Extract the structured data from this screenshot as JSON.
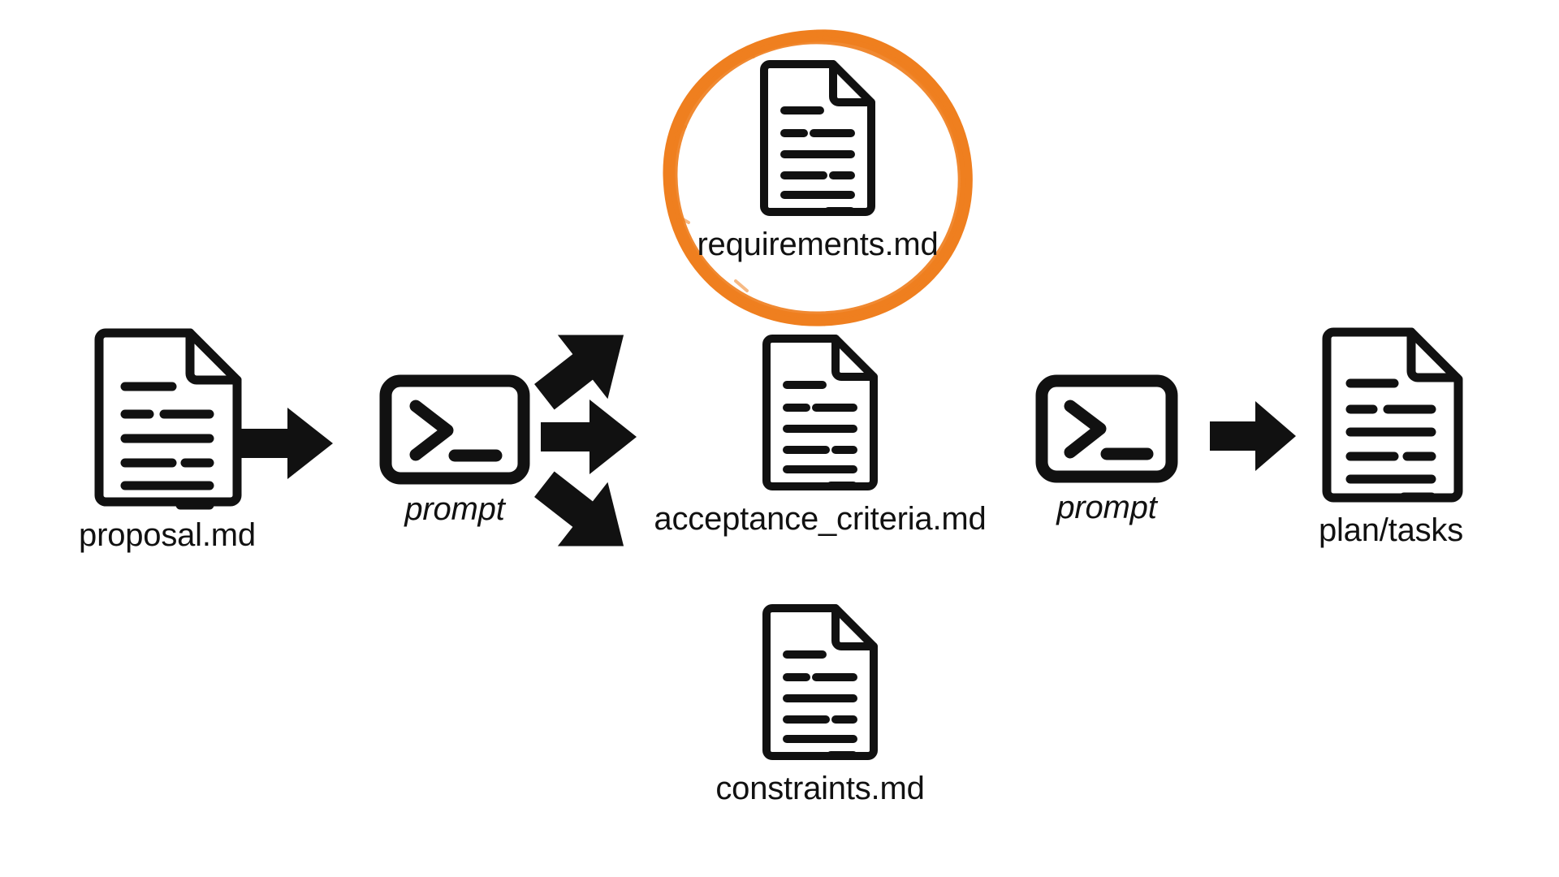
{
  "diagram": {
    "type": "pipeline-flow",
    "background_color": "#ffffff",
    "ink_color": "#111111",
    "highlight_color": "#EF7F1F",
    "nodes": [
      {
        "id": "proposal",
        "icon": "document-icon",
        "label": "proposal.md",
        "style": "regular"
      },
      {
        "id": "prompt-1",
        "icon": "terminal-icon",
        "label": "prompt",
        "style": "italic"
      },
      {
        "id": "requirements",
        "icon": "document-icon",
        "label": "requirements.md",
        "style": "regular",
        "highlighted": true,
        "highlight": "orange-hand-drawn-circle"
      },
      {
        "id": "acceptance-criteria",
        "icon": "document-icon",
        "label": "acceptance_criteria.md",
        "style": "regular"
      },
      {
        "id": "constraints",
        "icon": "document-icon",
        "label": "constraints.md",
        "style": "regular"
      },
      {
        "id": "prompt-2",
        "icon": "terminal-icon",
        "label": "prompt",
        "style": "italic"
      },
      {
        "id": "plan-tasks",
        "icon": "document-icon",
        "label": "plan/tasks",
        "style": "regular"
      }
    ],
    "arrows": [
      {
        "id": "arrow-proposal-to-prompt1",
        "direction": "right"
      },
      {
        "id": "arrow-prompt1-to-requirements",
        "direction": "up-right"
      },
      {
        "id": "arrow-prompt1-to-acceptance",
        "direction": "right"
      },
      {
        "id": "arrow-prompt1-to-constraints",
        "direction": "down-right"
      },
      {
        "id": "arrow-prompt2-to-plan",
        "direction": "right"
      }
    ]
  }
}
